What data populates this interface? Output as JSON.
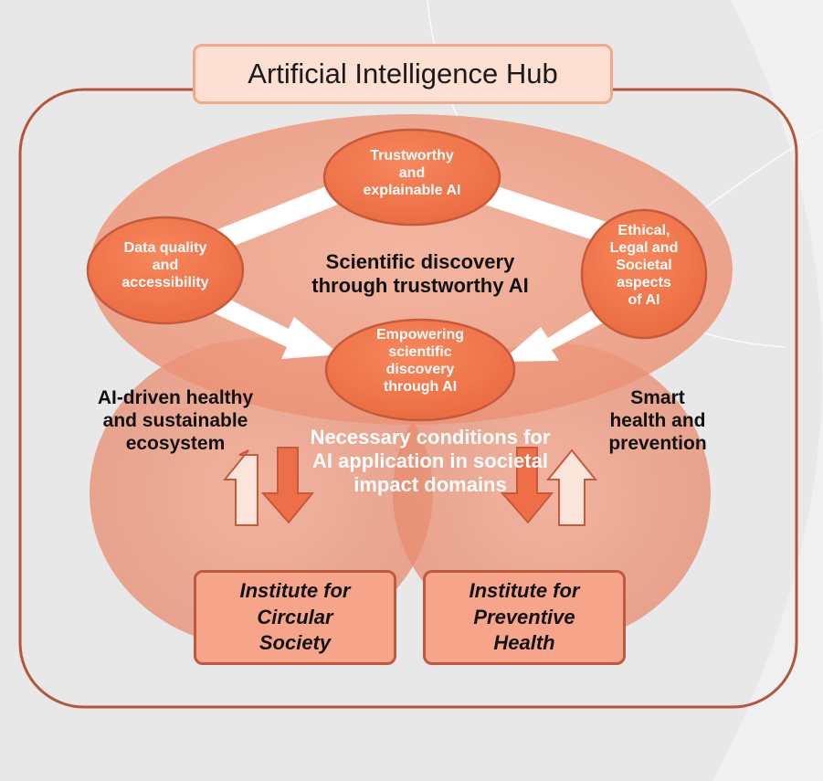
{
  "title": "Artificial Intelligence Hub",
  "central_label": "Scientific discovery\nthrough trustworthy AI",
  "nodes": {
    "trustworthy": "Trustworthy\nand\nexplainable AI",
    "data_quality": "Data quality\nand\naccessibility",
    "ethical": "Ethical,\nLegal and\nSocietal\naspects\nof AI",
    "empowering": "Empowering\nscientific\ndiscovery\nthrough AI"
  },
  "domains": {
    "left": "AI-driven healthy\nand sustainable\necosystem",
    "right": "Smart\nhealth and\nprevention"
  },
  "conditions_label": "Necessary conditions for\nAI application in societal\nimpact domains",
  "institutes": {
    "circular": "Institute for\nCircular\nSociety",
    "preventive": "Institute for\nPreventive\nHealth"
  },
  "colors": {
    "node_fill": "#f07a52",
    "node_stroke": "#c55a3c",
    "hub_frame": "#b4563b",
    "ellipse_fill": "#f29a7c",
    "institute_fill": "#f7a58a"
  }
}
